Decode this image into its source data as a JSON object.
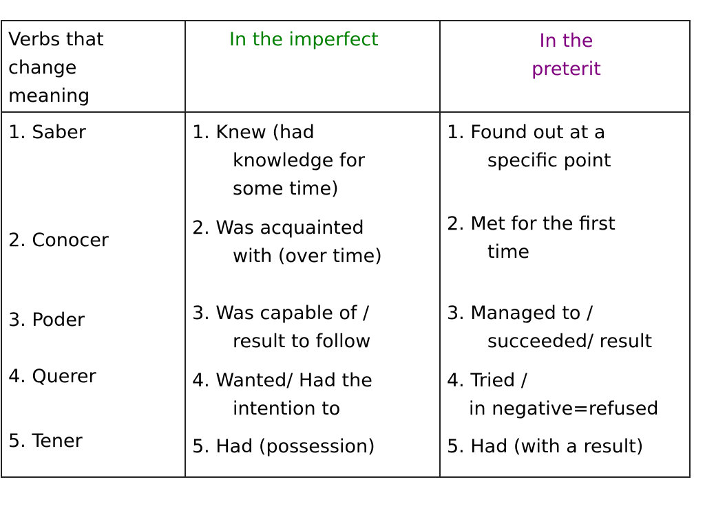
{
  "colors": {
    "imperfect_header": "#008000",
    "preterit_header": "#800080",
    "text": "#000000",
    "border": "#222222"
  },
  "header": {
    "col1": [
      "Verbs that",
      "change",
      "meaning"
    ],
    "col2": [
      "In the imperfect"
    ],
    "col3": [
      "In the",
      "preterit"
    ]
  },
  "rows": [
    {
      "verb": "1.  Saber",
      "imperfect": [
        "1.    Knew (had",
        "knowledge for",
        "some time)"
      ],
      "preterit": [
        "1.  Found out  at a",
        "specific point"
      ]
    },
    {
      "verb": "2.  Conocer",
      "imperfect": [
        "2. Was acquainted",
        "with (over time)"
      ],
      "preterit": [
        "2.  Met for the first",
        "time"
      ]
    },
    {
      "verb": "3.  Poder",
      "imperfect": [
        "3. Was capable of /",
        "result to follow"
      ],
      "preterit": [
        "3. Managed to /",
        "succeeded/ result"
      ]
    },
    {
      "verb": "4.  Querer",
      "imperfect": [
        "4. Wanted/ Had the",
        "intention to"
      ],
      "preterit": [
        "4. Tried /",
        "in negative=refused"
      ]
    },
    {
      "verb": "5.  Tener",
      "imperfect": [
        "5. Had (possession)"
      ],
      "preterit": [
        "5. Had (with a result)"
      ]
    }
  ]
}
